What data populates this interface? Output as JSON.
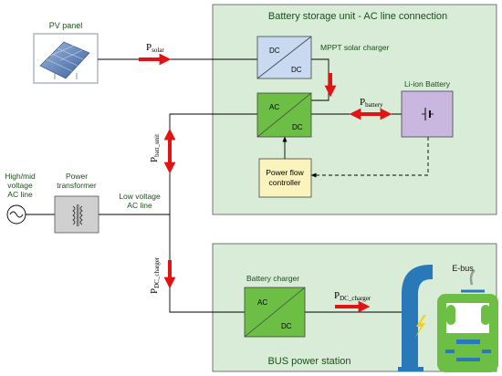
{
  "units": {
    "battery_unit_title": "Battery storage unit - AC line connection",
    "bus_station_title": "BUS power station"
  },
  "components": {
    "pv_panel": "PV panel",
    "mppt_label": "MPPT solar charger",
    "li_ion_label": "Li-ion Battery",
    "power_flow_line1": "Power flow",
    "power_flow_line2": "controller",
    "battery_charger_label": "Battery charger",
    "ebus_label": "E-bus",
    "grid_line1": "High/mid",
    "grid_line2": "voltage",
    "grid_line3": "AC line",
    "transformer_line1": "Power",
    "transformer_line2": "transformer",
    "lv_line1": "Low voltage",
    "lv_line2": "AC line"
  },
  "converters": {
    "mppt": {
      "in": "DC",
      "out": "DC"
    },
    "acdc": {
      "in": "AC",
      "out": "DC"
    },
    "charger": {
      "in": "AC",
      "out": "DC"
    }
  },
  "flows": {
    "p_solar": {
      "base": "P",
      "sub": "solar"
    },
    "p_battery": {
      "base": "P",
      "sub": "battery"
    },
    "p_batt_unit": {
      "base": "P",
      "sub": "batt_unit"
    },
    "p_dc_charger_vertical": {
      "base": "P",
      "sub": "DC_charger"
    },
    "p_dc_charger_horizontal": {
      "base": "P",
      "sub": "DC_charger"
    }
  },
  "colors": {
    "unit_fill": "#d8ecd8",
    "dcdc_fill": "#c9d9f2",
    "acdc_fill": "#6cbe45",
    "battery_fill": "#c9b7df",
    "controller_fill": "#fbf3bd",
    "arrow_red": "#e01414",
    "bus_green": "#6cbe45",
    "station_blue": "#2979b8"
  }
}
